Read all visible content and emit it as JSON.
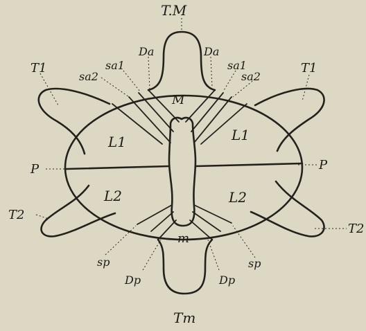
{
  "labels": {
    "tm_top": "T.M",
    "tm_bottom": "Tm",
    "da_left": "Da",
    "da_right": "Da",
    "sa1_left": "sa1",
    "sa1_right": "sa1",
    "sa2_left": "sa2",
    "sa2_right": "sa2",
    "t1_left": "T1",
    "t1_right": "T1",
    "m_upper": "M",
    "l1_left": "L1",
    "l1_right": "L1",
    "p_left": "P",
    "p_right": "P",
    "l2_left": "L2",
    "l2_right": "L2",
    "t2_left": "T2",
    "t2_right": "T2",
    "m_lower": "m",
    "sp_left": "sp",
    "sp_right": "sp",
    "dp_left": "Dp",
    "dp_right": "Dp"
  }
}
